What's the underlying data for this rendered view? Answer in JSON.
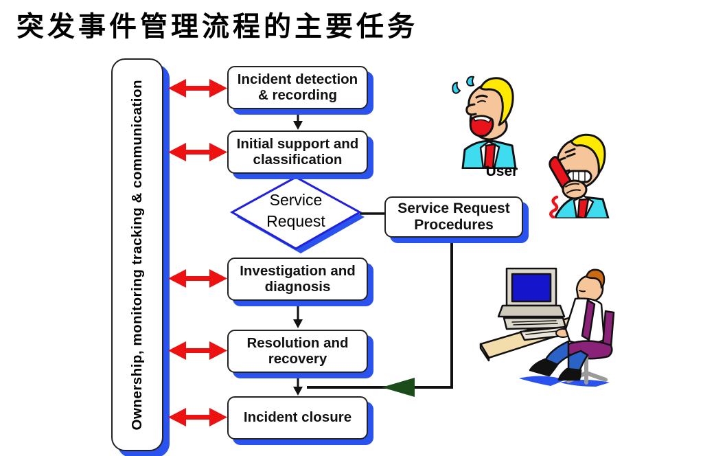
{
  "title": "突发事件管理流程的主要任务",
  "sidebar": {
    "label": "Ownership, monitoring tracking & communication"
  },
  "flow": {
    "boxes": [
      {
        "label": "Incident detection & recording"
      },
      {
        "label": "Initial support and classification"
      },
      {
        "label": "Investigation and diagnosis"
      },
      {
        "label": "Resolution and recovery"
      },
      {
        "label": "Incident closure"
      }
    ],
    "decision": {
      "line1": "Service",
      "line2": "Request"
    },
    "procedures_box": {
      "label": "Service Request Procedures"
    }
  },
  "figures": {
    "user_label": "User"
  },
  "colors": {
    "shadow_blue": "#2a52ee",
    "diamond_border": "#2020dd",
    "arrow_red": "#ee1111",
    "arrow_green": "#1a4d1a",
    "box_border": "#222222"
  }
}
